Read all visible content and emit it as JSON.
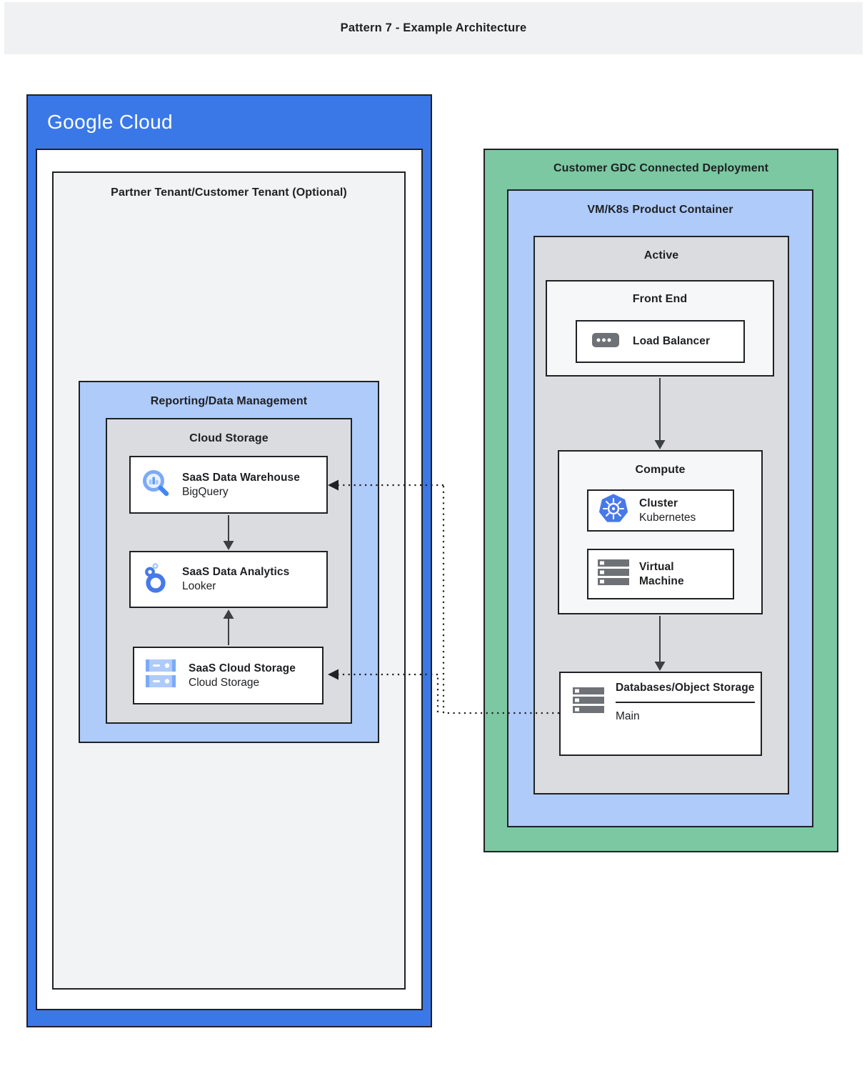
{
  "header": {
    "title": "Pattern 7 - Example Architecture"
  },
  "google_cloud": {
    "logo_text": "Google Cloud",
    "partner_tenant": {
      "title": "Partner Tenant/Customer Tenant (Optional)",
      "reporting": {
        "title": "Reporting/Data Management",
        "cloud_storage_group": {
          "title": "Cloud Storage",
          "cards": [
            {
              "title": "SaaS Data Warehouse",
              "subtitle": "BigQuery",
              "icon": "bigquery-icon"
            },
            {
              "title": "SaaS Data Analytics",
              "subtitle": "Looker",
              "icon": "looker-icon"
            },
            {
              "title": "SaaS Cloud Storage",
              "subtitle": "Cloud Storage",
              "icon": "cloud-storage-icon"
            }
          ]
        }
      }
    }
  },
  "customer_gdc": {
    "title": "Customer GDC Connected Deployment",
    "vm_k8s_container": {
      "title": "VM/K8s Product Container",
      "active": {
        "title": "Active",
        "front_end": {
          "title": "Front End",
          "load_balancer": {
            "title": "Load Balancer",
            "icon": "load-balancer-icon"
          }
        },
        "compute": {
          "title": "Compute",
          "cards": [
            {
              "title": "Cluster",
              "subtitle": "Kubernetes",
              "icon": "kubernetes-icon"
            },
            {
              "title": "Virtual Machine",
              "icon": "virtual-machine-icon"
            }
          ]
        },
        "databases": {
          "title": "Databases/Object Storage",
          "label": "Main",
          "icon": "object-storage-icon"
        }
      }
    }
  },
  "colors": {
    "google_blue": "#3B78E7",
    "light_blue": "#AECBFA",
    "green": "#7CC8A2",
    "mid_gray": "#DADCE0",
    "light_gray": "#F1F3F4",
    "border_dark": "#202124",
    "icon_gray": "#6E7276",
    "icon_blue": "#4285F4"
  }
}
